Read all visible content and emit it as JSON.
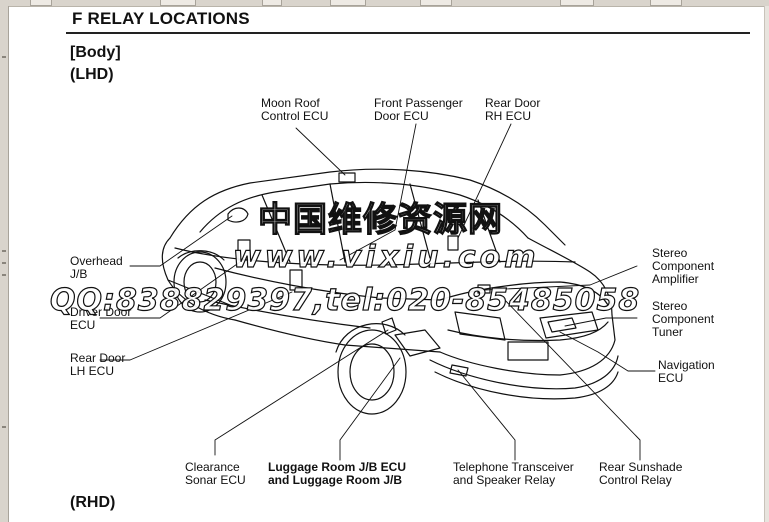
{
  "page": {
    "section_title": "F  RELAY LOCATIONS",
    "body_heading": "[Body]",
    "lhd_heading": "(LHD)",
    "rhd_heading": "(RHD)"
  },
  "labels": {
    "moon_roof": "Moon Roof\nControl ECU",
    "front_passenger": "Front Passenger\nDoor ECU",
    "rear_door_rh": "Rear Door\nRH ECU",
    "overhead_jb": "Overhead\nJ/B",
    "driver_door": "Driver Door\nECU",
    "rear_door_lh": "Rear Door\nLH ECU",
    "stereo_amp": "Stereo\nComponent\nAmplifier",
    "stereo_tuner": "Stereo\nComponent\nTuner",
    "navigation": "Navigation\nECU",
    "clearance_sonar": "Clearance\nSonar ECU",
    "luggage_room": "Luggage Room J/B ECU\nand Luggage Room J/B",
    "telephone": "Telephone Transceiver\nand Speaker Relay",
    "rear_sunshade": "Rear Sunshade\nControl Relay"
  },
  "watermark": {
    "line1": "中国维修资源网",
    "line2": "www.vixiu.com",
    "line3": "QQ:83882939​7,tel:020-85485058"
  }
}
